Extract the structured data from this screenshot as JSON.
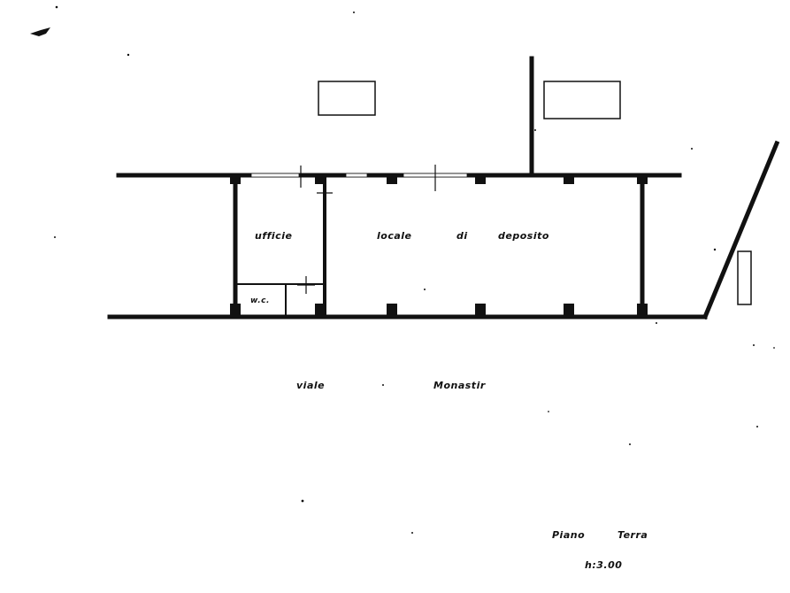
{
  "plan": {
    "rooms": {
      "office": "ufficie",
      "storage_word1": "locale",
      "storage_word2": "di",
      "storage_word3": "deposito",
      "wc": "w.c."
    },
    "street": {
      "word1": "viale",
      "word2": "Monastir"
    },
    "floor": {
      "word1": "Piano",
      "word2": "Terra",
      "scale": "h:3.00"
    },
    "colors": {
      "ink": "#111111",
      "paper": "#ffffff"
    }
  }
}
